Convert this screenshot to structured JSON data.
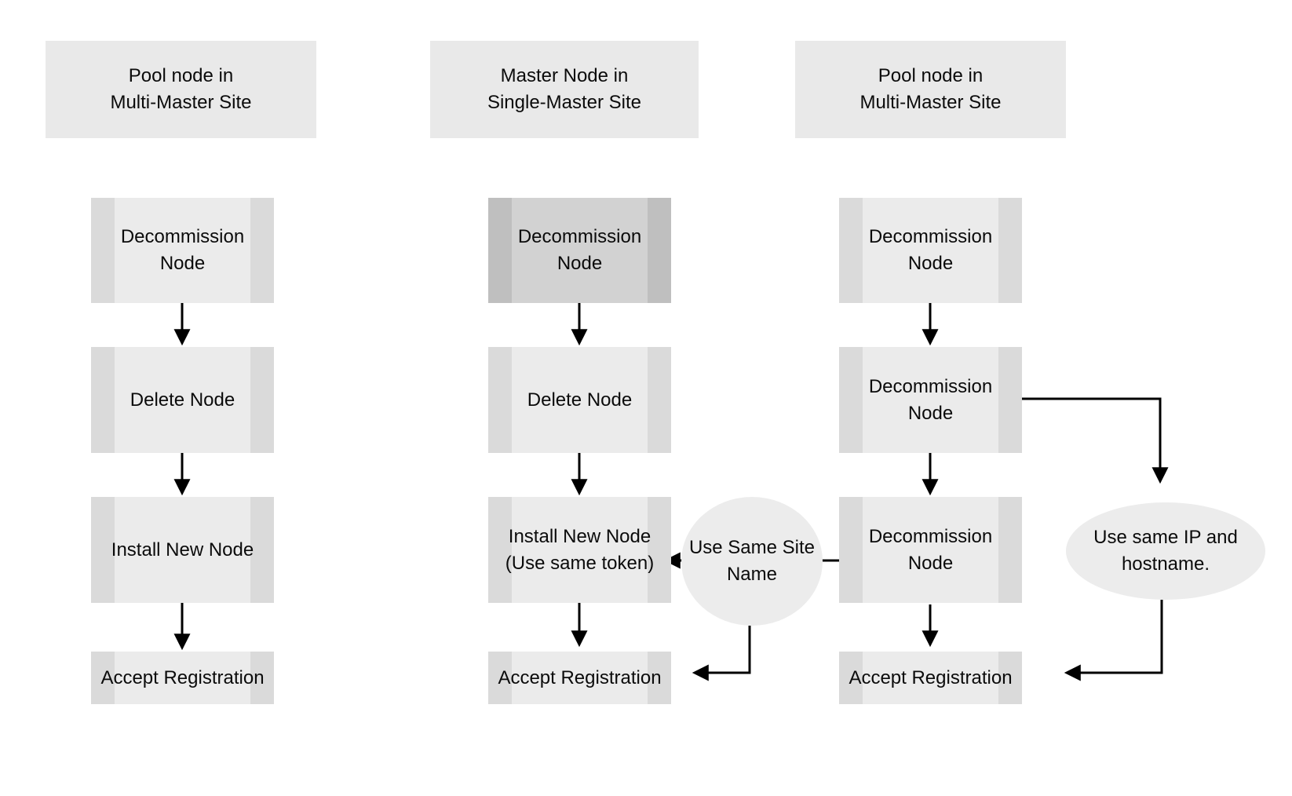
{
  "diagram": {
    "columns": [
      {
        "header": "Pool node in\nMulti-Master Site",
        "steps": [
          "Decommission\nNode",
          "Delete Node",
          "Install New Node",
          "Accept Registration"
        ]
      },
      {
        "header": "Master Node in\nSingle-Master Site",
        "steps": [
          "Decommission\nNode",
          "Delete Node",
          "Install New Node\n(Use same token)",
          "Accept Registration"
        ]
      },
      {
        "header": "Pool node in\nMulti-Master Site",
        "steps": [
          "Decommission\nNode",
          "Decommission\nNode",
          "Decommission\nNode",
          "Accept Registration"
        ]
      }
    ],
    "annotations": {
      "same_site_name": "Use Same Site\nName",
      "same_ip_hostname": "Use same IP and\nhostname."
    },
    "colors": {
      "box_fill": "#ebebeb",
      "box_stripe": "#dadada",
      "highlighted_box_fill": "#d2d2d2",
      "highlighted_box_stripe": "#bfbfbf",
      "header_fill": "#e9e9e9",
      "annotation_fill": "#ececec",
      "arrow": "#000000",
      "text": "#0b0b0b",
      "background": "#ffffff"
    }
  }
}
